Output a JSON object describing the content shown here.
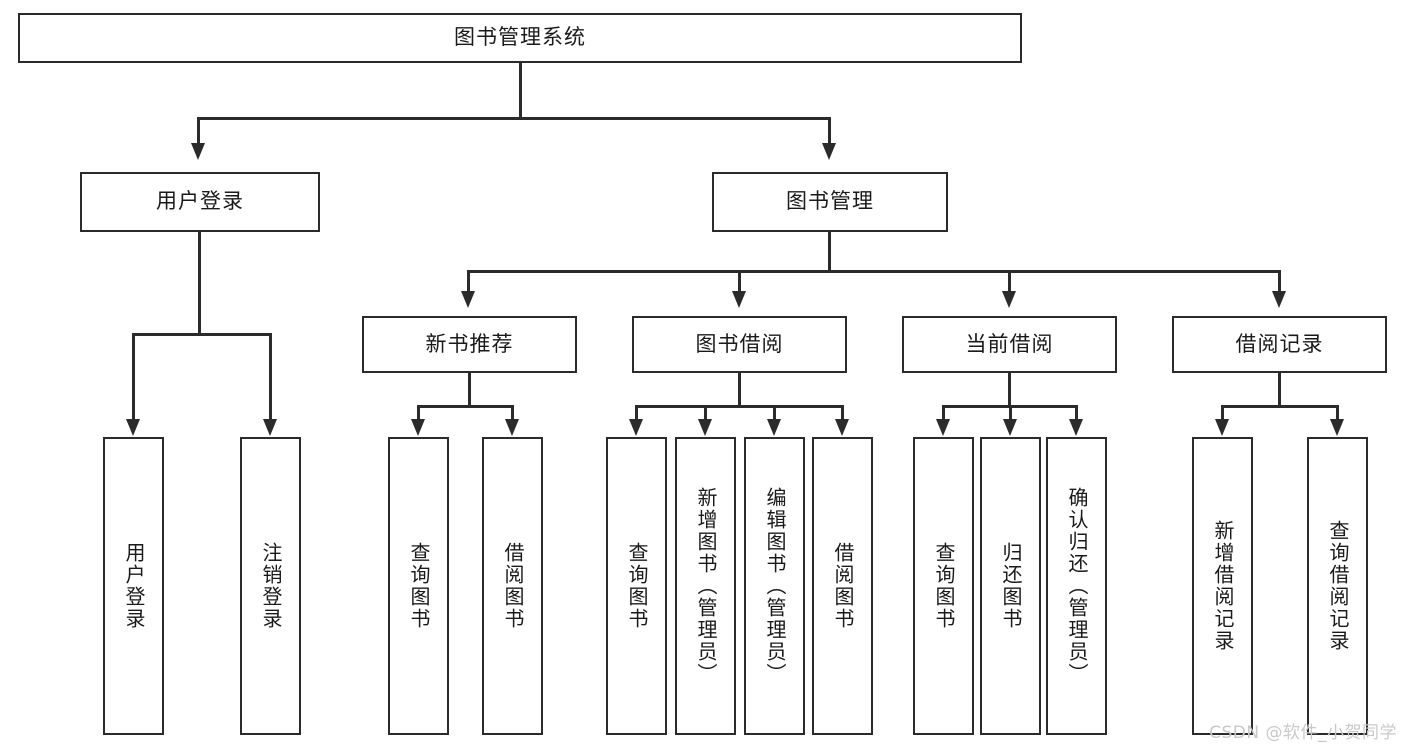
{
  "diagram": {
    "type": "tree-hierarchy",
    "title": "图书管理系统",
    "root": {
      "label": "图书管理系统"
    },
    "level2": [
      {
        "id": "user-login",
        "label": "用户登录"
      },
      {
        "id": "book-manage",
        "label": "图书管理"
      }
    ],
    "level3": [
      {
        "id": "new-book-recommend",
        "label": "新书推荐",
        "parent": "book-manage"
      },
      {
        "id": "book-borrow",
        "label": "图书借阅",
        "parent": "book-manage"
      },
      {
        "id": "current-borrow",
        "label": "当前借阅",
        "parent": "book-manage"
      },
      {
        "id": "borrow-record",
        "label": "借阅记录",
        "parent": "book-manage"
      }
    ],
    "leaves": {
      "user_login": [
        {
          "id": "leaf-user-login",
          "label": "用户登录"
        },
        {
          "id": "leaf-user-logout",
          "label": "注销登录"
        }
      ],
      "new_book_recommend": [
        {
          "id": "leaf-query-book-1",
          "label": "查询图书"
        },
        {
          "id": "leaf-borrow-book-1",
          "label": "借阅图书"
        }
      ],
      "book_borrow": [
        {
          "id": "leaf-query-book-2",
          "label": "查询图书"
        },
        {
          "id": "leaf-add-book",
          "label": "新增图书（管理员）"
        },
        {
          "id": "leaf-edit-book",
          "label": "编辑图书（管理员）"
        },
        {
          "id": "leaf-borrow-book-2",
          "label": "借阅图书"
        }
      ],
      "current_borrow": [
        {
          "id": "leaf-query-book-3",
          "label": "查询图书"
        },
        {
          "id": "leaf-return-book",
          "label": "归还图书"
        },
        {
          "id": "leaf-confirm-return",
          "label": "确认归还（管理员）"
        }
      ],
      "borrow_record": [
        {
          "id": "leaf-add-record",
          "label": "新增借阅记录"
        },
        {
          "id": "leaf-query-record",
          "label": "查询借阅记录"
        }
      ]
    },
    "colors": {
      "stroke": "#2b2b2b",
      "fill": "#ffffff",
      "text": "#1a1a1a",
      "watermark": "#c9c9c9"
    }
  },
  "watermark": {
    "text": "CSDN @软件_小贺同学"
  }
}
